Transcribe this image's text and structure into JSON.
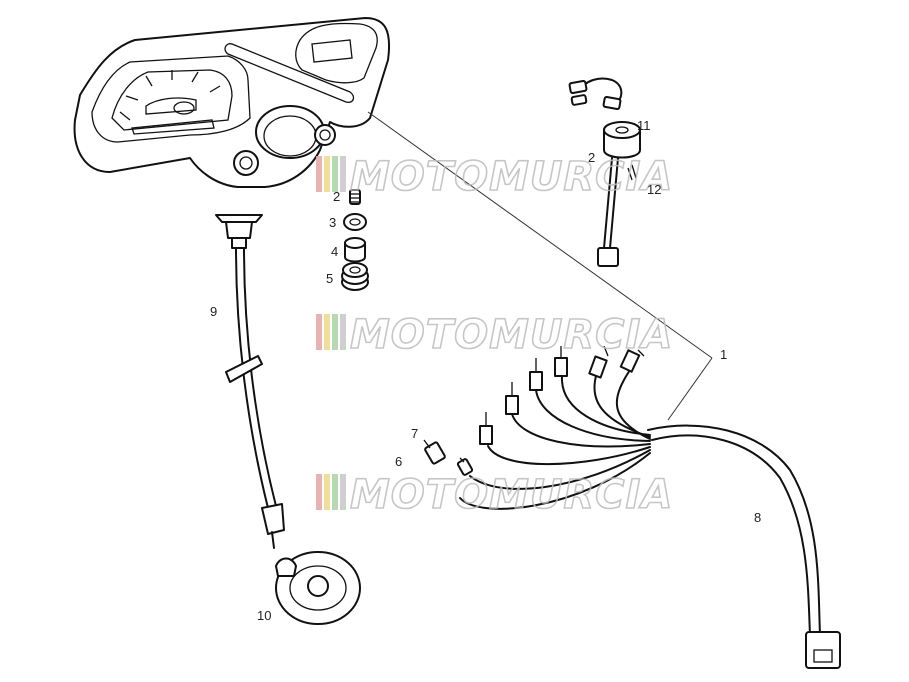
{
  "watermark": {
    "text": "MOTOMURCIA",
    "stripe_colors": [
      "#e6a6a6",
      "#f0d98a",
      "#a9d3a3",
      "#c7c7c7"
    ]
  },
  "callouts": {
    "c1": "1",
    "c2": "2",
    "c2b": "2",
    "c3": "3",
    "c4": "4",
    "c5": "5",
    "c6": "6",
    "c7": "7",
    "c8": "8",
    "c9": "9",
    "c10": "10",
    "c11": "11",
    "c12": "12"
  }
}
